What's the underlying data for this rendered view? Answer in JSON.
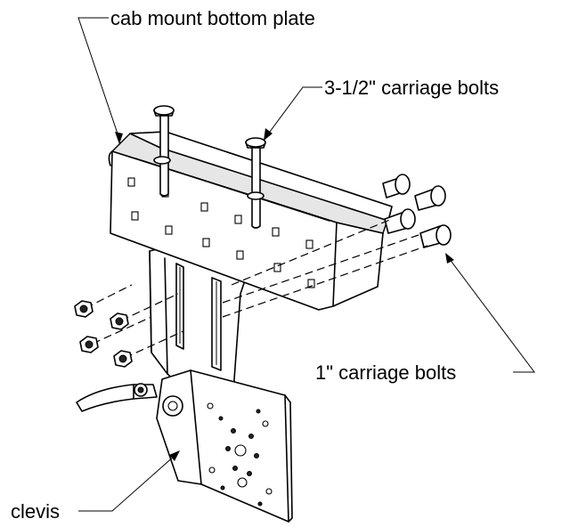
{
  "callouts": {
    "bottom_plate": "cab mount bottom plate",
    "long_bolts": "3-1/2\" carriage bolts",
    "short_bolts": "1\" carriage bolts",
    "clevis": "clevis"
  },
  "colors": {
    "line": "#000000",
    "background": "#ffffff",
    "shade": "#e6e6e6"
  }
}
